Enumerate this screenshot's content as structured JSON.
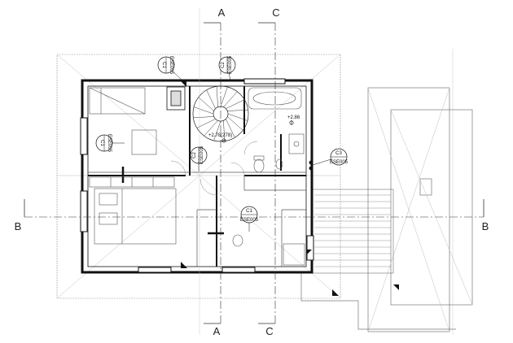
{
  "section_lines": {
    "A": {
      "top_label": "A",
      "bottom_label": "A"
    },
    "C": {
      "top_label": "C",
      "bottom_label": "C"
    },
    "B": {
      "left_label": "B",
      "right_label": "B"
    }
  },
  "tags": [
    {
      "id": "tag-c1-top",
      "label": "C1",
      "ref": "ESE005"
    },
    {
      "id": "tag-c2-top",
      "label": "C2",
      "ref": "ESE005"
    },
    {
      "id": "tag-c1-left",
      "label": "C1",
      "ref": "ESE005"
    },
    {
      "id": "tag-c2-mid",
      "label": "C2",
      "ref": "ESE005"
    },
    {
      "id": "tag-c1-center",
      "label": "C1",
      "ref": "ESE005"
    },
    {
      "id": "tag-c3-right",
      "label": "C3",
      "ref": "ESE005"
    }
  ],
  "elevations": {
    "upper": "+2.86",
    "stair": "+2.78(278)"
  },
  "colors": {
    "line": "#111111",
    "thin": "#555555",
    "faint": "#9a9a9a",
    "background": "#ffffff"
  }
}
